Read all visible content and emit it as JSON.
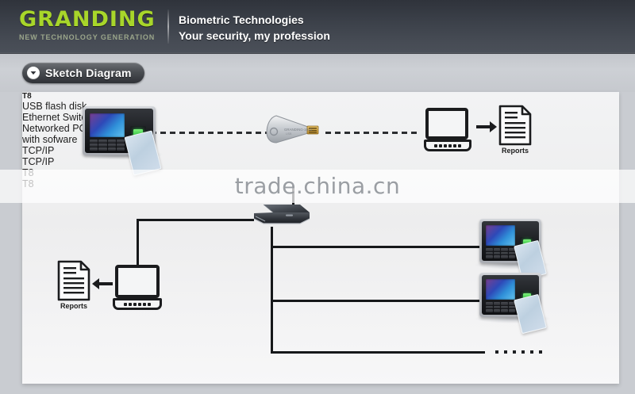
{
  "header": {
    "logo_word": "GRANDING",
    "logo_tagline": "NEW TECHNOLOGY GENERATION",
    "line1": "Biometric Technologies",
    "line2": "Your security,  my profession",
    "logo_color": "#a8d62a",
    "background_color": "#3d424b"
  },
  "badge": {
    "label": "Sketch Diagram",
    "icon": "chevron-down-icon"
  },
  "diagram": {
    "devices": {
      "t8_top_label": "T8",
      "t8_right_1_label": "T8",
      "t8_right_2_label": "T8"
    },
    "labels": {
      "usb": "USB flash disk",
      "reports_top": "Reports",
      "reports_bottom": "Reports",
      "switch": "Ethernet Switch",
      "pc_line1": "Networked PC",
      "pc_line2": "with  sofware",
      "tcpip_1": "TCP/IP",
      "tcpip_2": "TCP/IP",
      "continuation": "......"
    },
    "connections": [
      {
        "from": "T8",
        "to": "USB flash disk",
        "style": "dashed"
      },
      {
        "from": "USB flash disk",
        "to": "Computer",
        "style": "dashed"
      },
      {
        "from": "Computer",
        "to": "Reports",
        "style": "arrow"
      },
      {
        "from": "Ethernet Switch",
        "to": "Networked PC",
        "style": "solid"
      },
      {
        "from": "Networked PC",
        "to": "Reports",
        "style": "arrow"
      },
      {
        "from": "Ethernet Switch",
        "to": "T8",
        "style": "solid",
        "protocol": "TCP/IP"
      },
      {
        "from": "Ethernet Switch",
        "to": "T8",
        "style": "solid",
        "protocol": "TCP/IP"
      }
    ]
  },
  "watermark": {
    "text": "trade.china.cn",
    "color": "#9a9ea3"
  }
}
